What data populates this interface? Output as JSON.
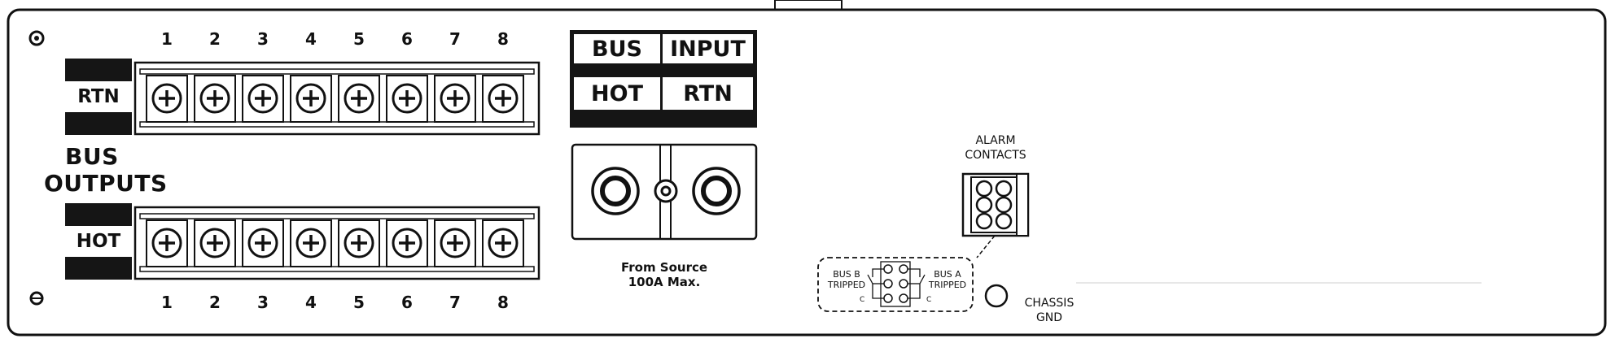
{
  "terminal_numbers": [
    "1",
    "2",
    "3",
    "4",
    "5",
    "6",
    "7",
    "8"
  ],
  "rtn_tag": "RTN",
  "hot_tag": "HOT",
  "bus_outputs_label": [
    "BUS",
    "OUTPUTS"
  ],
  "bus_input": {
    "bus": "BUS",
    "input": "INPUT",
    "hot": "HOT",
    "rtn": "RTN",
    "caption": [
      "From Source",
      "100A Max."
    ]
  },
  "alarm": {
    "title": [
      "ALARM",
      "CONTACTS"
    ],
    "bus_b": [
      "BUS B",
      "TRIPPED"
    ],
    "bus_a": [
      "BUS A",
      "TRIPPED"
    ],
    "common": "C"
  },
  "chassis_gnd": [
    "CHASSIS",
    "GND"
  ]
}
